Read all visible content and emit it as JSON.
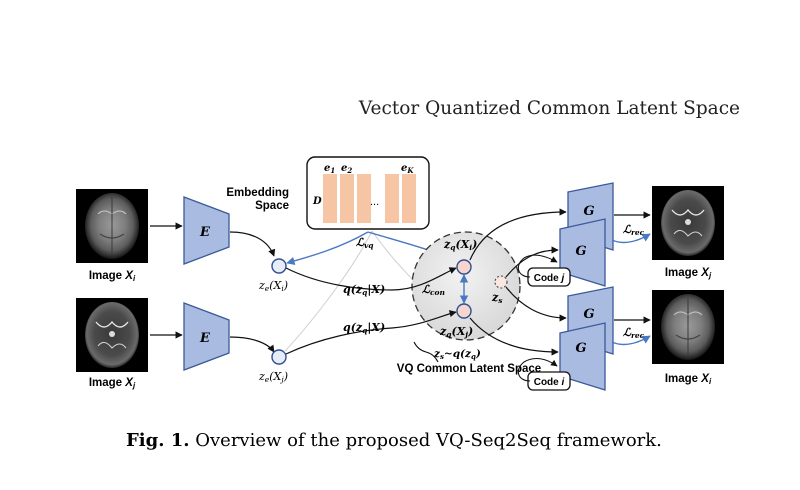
{
  "header_text": "Vector Quantized Common Latent Space",
  "caption": {
    "label": "Fig. 1.",
    "text": " Overview of the proposed VQ-Seq2Seq framework."
  },
  "inputs": {
    "image_i": {
      "label": "Image ",
      "var": "X",
      "sub": "i"
    },
    "image_j": {
      "label": "Image ",
      "var": "X",
      "sub": "j"
    }
  },
  "outputs": {
    "image_j": {
      "label": "Image ",
      "var": "X",
      "sub": "j"
    },
    "image_i": {
      "label": "Image ",
      "var": "X",
      "sub": "i"
    }
  },
  "encoder_label": "E",
  "generator_label": "G",
  "embedding": {
    "title_line1": "Embedding",
    "title_line2": "Space",
    "dim_label": "D",
    "codes": [
      "e",
      "e",
      "e"
    ],
    "code_subs": [
      "1",
      "2",
      "K"
    ],
    "ellipsis": "..."
  },
  "latents": {
    "ze_i": {
      "main": "z",
      "sub": "e",
      "arg": "(X",
      "argsub": "i",
      "close": ")"
    },
    "ze_j": {
      "main": "z",
      "sub": "e",
      "arg": "(X",
      "argsub": "j",
      "close": ")"
    },
    "q_top": "q(z",
    "q_top_sub": "q",
    "q_top_rest": "|X)",
    "q_bot": "q(z",
    "q_bot_sub": "q",
    "q_bot_rest": "|X)",
    "zq_i": {
      "main": "z",
      "sub": "q",
      "arg": "(X",
      "argsub": "i",
      "close": ")"
    },
    "zq_j": {
      "main": "z",
      "sub": "q",
      "arg": "(X",
      "argsub": "j",
      "close": ")"
    },
    "zs": {
      "main": "z",
      "sub": "s"
    },
    "zs_sample": {
      "pre": "z",
      "presub": "s",
      "mid": "~q(z",
      "midsub": "q",
      "close": ")"
    }
  },
  "losses": {
    "vq": {
      "main": "ℒ",
      "sub": "vq"
    },
    "con": {
      "main": "ℒ",
      "sub": "con"
    },
    "rec_top": {
      "main": "ℒ",
      "sub": "rec"
    },
    "rec_bot": {
      "main": "ℒ",
      "sub": "rec"
    }
  },
  "common_space_label": "VQ Common Latent Space",
  "codes": {
    "code_j": {
      "label": "Code ",
      "var": "j"
    },
    "code_i": {
      "label": "Code ",
      "var": "i"
    }
  },
  "colors": {
    "block_fill": "#aabbe2",
    "block_stroke": "#3a5a9a",
    "embedding_fill": "#f6c6a4",
    "node_fill": "#e6edf8",
    "node_stroke": "#2f4f8f",
    "pink_node": "#f7d6d0",
    "sphere_fill": "#e8e8e8",
    "blue_arrow": "#4a78c2"
  }
}
